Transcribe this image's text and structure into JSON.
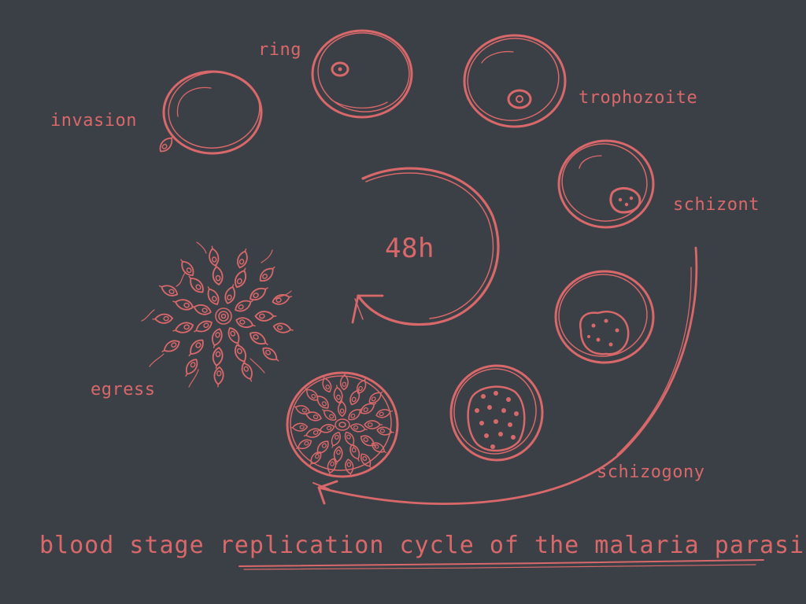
{
  "title": "blood stage replication cycle of the malaria parasite",
  "cycle_duration": "48h",
  "stages": {
    "invasion": "invasion",
    "ring": "ring",
    "trophozoite": "trophozoite",
    "schizont": "schizont",
    "schizogony": "schizogony",
    "egress": "egress"
  },
  "colors": {
    "background": "#3b4047",
    "chalk": "#d9686a"
  }
}
